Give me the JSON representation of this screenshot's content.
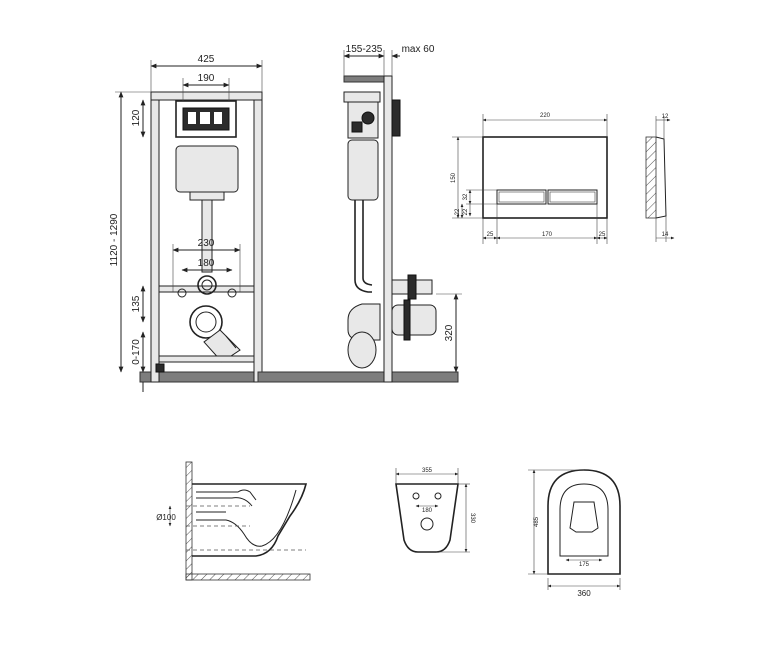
{
  "front_view": {
    "width": "425",
    "button_width": "190",
    "cistern_height": "120",
    "total_height": "1120 - 1290",
    "rod_spacing": "230",
    "bolt_spacing": "180",
    "bolt_height": "135",
    "foot_adjust": "0-170"
  },
  "side_view": {
    "depth": "155-235",
    "max_depth": "max 60",
    "outlet_height": "320"
  },
  "flush_plate": {
    "width": "220",
    "height": "150",
    "button_h1": "32",
    "button_h2": "22",
    "margin": "22",
    "inset_left": "25",
    "button_width": "170",
    "inset_right": "25"
  },
  "plate_side": {
    "top_thickness": "12",
    "bottom_thickness": "14"
  },
  "toilet_side": {
    "pipe_diameter": "Ø100"
  },
  "toilet_back": {
    "width": "355",
    "depth": "330",
    "hole_spacing": "180"
  },
  "toilet_top": {
    "length": "485",
    "seat_width": "175",
    "width": "360"
  }
}
